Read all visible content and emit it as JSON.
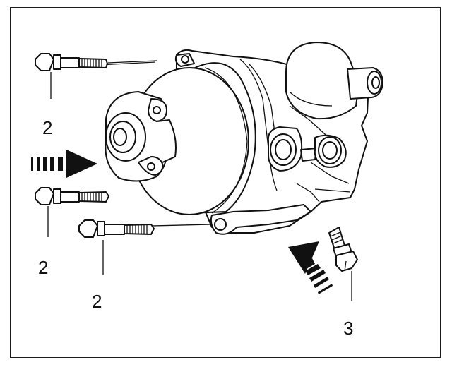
{
  "callouts": {
    "bolt_top": "2",
    "bolt_middle": "2",
    "bolt_bottom": "2",
    "bolt_small": "3"
  },
  "colors": {
    "line": "#111111",
    "background": "#ffffff",
    "arrow": "#111111"
  }
}
